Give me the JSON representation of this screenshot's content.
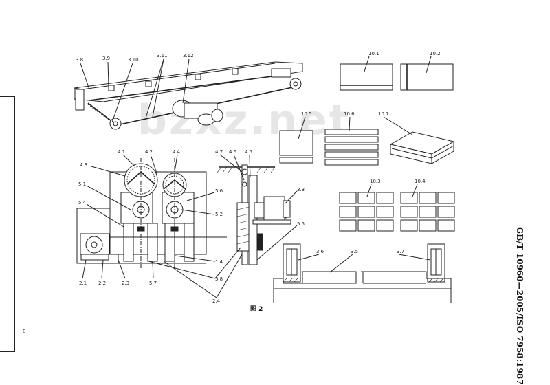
{
  "figure": {
    "caption": "图 2",
    "watermark": "bzxz.net",
    "page_number": "8",
    "standard_code": "GB/T 10960—2005/ISO 7958:1987"
  },
  "labels": {
    "l_3_8": "3.8",
    "l_3_9": "3.9",
    "l_3_10": "3.10",
    "l_3_11": "3.11",
    "l_3_12": "3.12",
    "l_10_1": "10.1",
    "l_10_2": "10.2",
    "l_10_5": "10.5",
    "l_10_6": "10.6",
    "l_10_7": "10.7",
    "l_10_3": "10.3",
    "l_10_4": "10.4",
    "l_4_1": "4.1",
    "l_4_2": "4.2",
    "l_4_4": "4.4",
    "l_4_3": "4.3",
    "l_5_1": "5.1",
    "l_5_4": "5.4",
    "l_5_6": "5.6",
    "l_5_2": "5.2",
    "l_4_7": "4.7",
    "l_4_6": "4.6",
    "l_4_5": "4.5",
    "l_3_3": "3.3",
    "l_5_5": "5.5",
    "l_1_4": "1.4",
    "l_5_8": "5.8",
    "l_2_4": "2.4",
    "l_2_1": "2.1",
    "l_2_2": "2.2",
    "l_2_3": "2.3",
    "l_5_7": "5.7",
    "l_3_6": "3.6",
    "l_3_5": "3.5",
    "l_3_7": "3.7"
  }
}
